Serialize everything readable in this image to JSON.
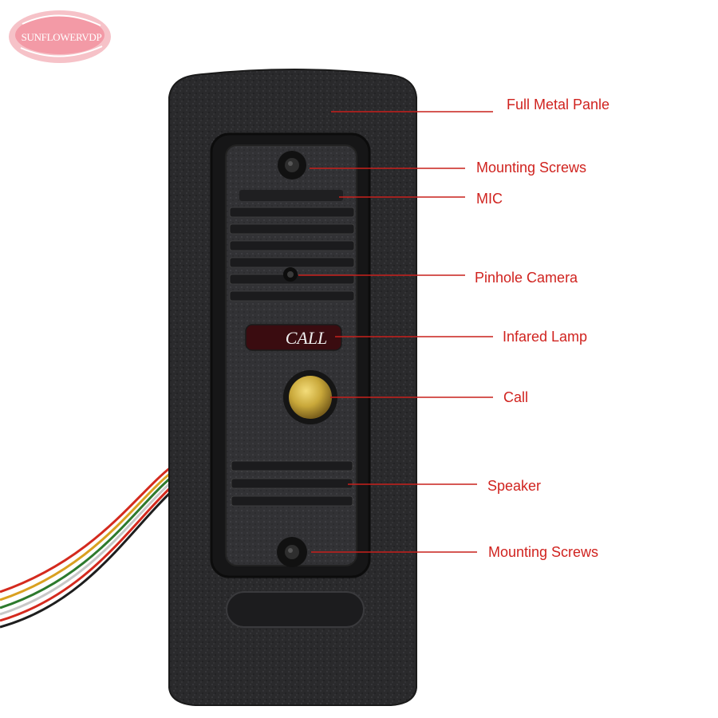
{
  "watermark": {
    "text": "SUNFLOWERVDP"
  },
  "device": {
    "call_plate_text": "CALL"
  },
  "callouts": [
    {
      "id": "full-metal-panel",
      "text": "Full Metal Panle"
    },
    {
      "id": "mounting-screws-top",
      "text": "Mounting Screws"
    },
    {
      "id": "mic",
      "text": "MIC"
    },
    {
      "id": "pinhole-camera",
      "text": "Pinhole Camera"
    },
    {
      "id": "infrared-lamp",
      "text": "Infared Lamp"
    },
    {
      "id": "call",
      "text": "Call"
    },
    {
      "id": "speaker",
      "text": "Speaker"
    },
    {
      "id": "mounting-screws-bottom",
      "text": "Mounting Screws"
    }
  ],
  "colors": {
    "label": "#d0231f",
    "leader_line": "#c8201c",
    "panel": "#2b2b2d",
    "button": "#c9a83a",
    "watermark": "#f2a9b1"
  }
}
